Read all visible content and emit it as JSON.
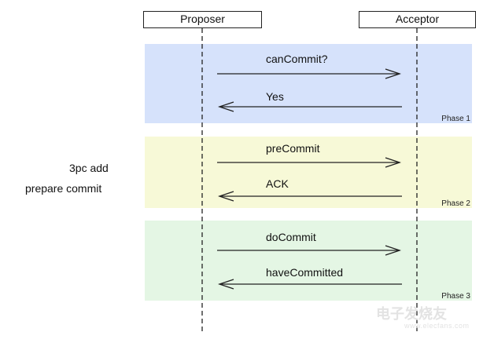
{
  "actors": {
    "proposer": "Proposer",
    "acceptor": "Acceptor"
  },
  "phases": [
    {
      "label": "Phase 1",
      "color": "#d6e2fb",
      "messages": [
        {
          "text": "canCommit?",
          "direction": "proposer-to-acceptor"
        },
        {
          "text": "Yes",
          "direction": "acceptor-to-proposer"
        }
      ]
    },
    {
      "label": "Phase 2",
      "color": "#f7f9d7",
      "messages": [
        {
          "text": "preCommit",
          "direction": "proposer-to-acceptor"
        },
        {
          "text": "ACK",
          "direction": "acceptor-to-proposer"
        }
      ]
    },
    {
      "label": "Phase 3",
      "color": "#e4f6e4",
      "messages": [
        {
          "text": "doCommit",
          "direction": "proposer-to-acceptor"
        },
        {
          "text": "haveCommitted",
          "direction": "acceptor-to-proposer"
        }
      ]
    }
  ],
  "side_note": {
    "line1": "3pc add",
    "line2": "prepare commit"
  },
  "watermark": {
    "text": "电子发烧友",
    "url": "www.elecfans.com"
  }
}
